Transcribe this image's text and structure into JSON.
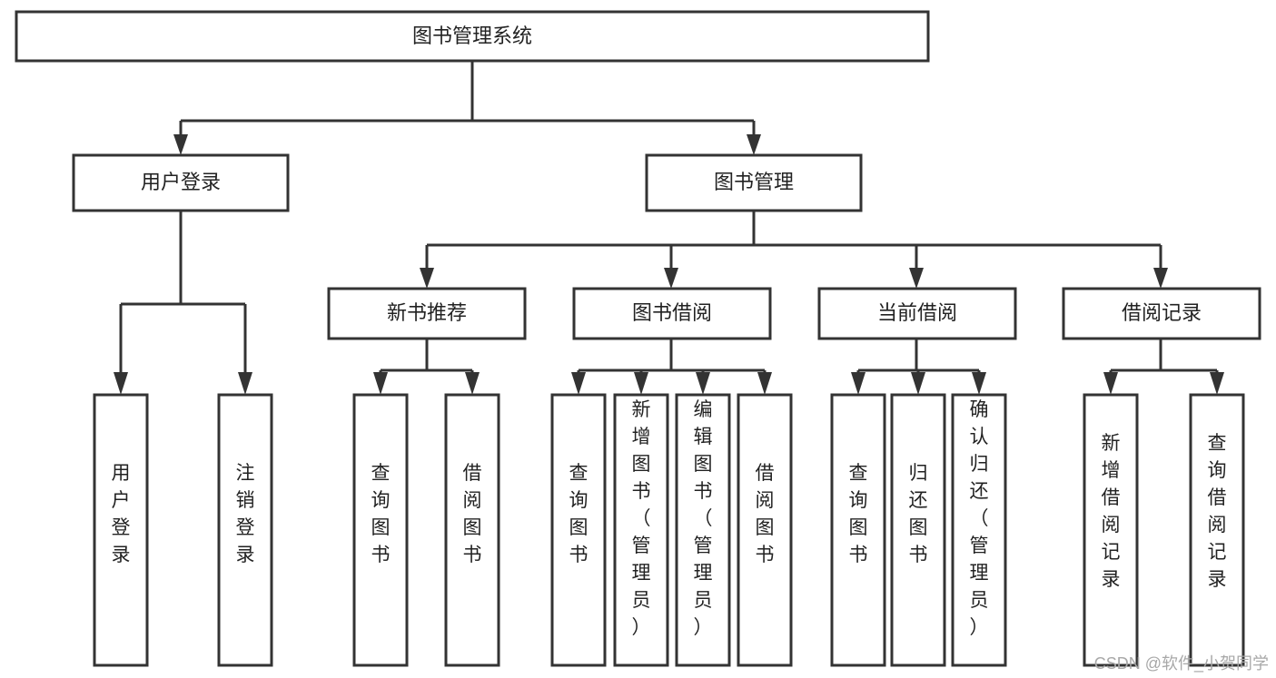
{
  "diagram": {
    "title": "图书管理系统",
    "type": "tree-hierarchy",
    "root": {
      "id": "root",
      "label": "图书管理系统",
      "orientation": "horizontal"
    },
    "level2": [
      {
        "id": "user-login",
        "label": "用户登录",
        "orientation": "horizontal"
      },
      {
        "id": "book-manage",
        "label": "图书管理",
        "orientation": "horizontal"
      }
    ],
    "level3": [
      {
        "id": "new-book-recommend",
        "label": "新书推荐",
        "orientation": "horizontal",
        "parent": "book-manage"
      },
      {
        "id": "book-borrow",
        "label": "图书借阅",
        "orientation": "horizontal",
        "parent": "book-manage"
      },
      {
        "id": "current-borrow",
        "label": "当前借阅",
        "orientation": "horizontal",
        "parent": "book-manage"
      },
      {
        "id": "borrow-record",
        "label": "借阅记录",
        "orientation": "horizontal",
        "parent": "book-manage"
      }
    ],
    "leaves": [
      {
        "id": "leaf-user-login",
        "label": "用户登录",
        "orientation": "vertical",
        "parent": "user-login"
      },
      {
        "id": "leaf-logout-login",
        "label": "注销登录",
        "orientation": "vertical",
        "parent": "user-login"
      },
      {
        "id": "leaf-query-book-1",
        "label": "查询图书",
        "orientation": "vertical",
        "parent": "new-book-recommend"
      },
      {
        "id": "leaf-borrow-book-1",
        "label": "借阅图书",
        "orientation": "vertical",
        "parent": "new-book-recommend"
      },
      {
        "id": "leaf-query-book-2",
        "label": "查询图书",
        "orientation": "vertical",
        "parent": "book-borrow"
      },
      {
        "id": "leaf-add-book",
        "label": "新增图书（管理员）",
        "orientation": "vertical",
        "parent": "book-borrow"
      },
      {
        "id": "leaf-edit-book",
        "label": "编辑图书（管理员）",
        "orientation": "vertical",
        "parent": "book-borrow"
      },
      {
        "id": "leaf-borrow-book-2",
        "label": "借阅图书",
        "orientation": "vertical",
        "parent": "book-borrow"
      },
      {
        "id": "leaf-query-book-3",
        "label": "查询图书",
        "orientation": "vertical",
        "parent": "current-borrow"
      },
      {
        "id": "leaf-return-book",
        "label": "归还图书",
        "orientation": "vertical",
        "parent": "current-borrow"
      },
      {
        "id": "leaf-confirm-return",
        "label": "确认归还（管理员）",
        "orientation": "vertical",
        "parent": "current-borrow"
      },
      {
        "id": "leaf-add-record",
        "label": "新增借阅记录",
        "orientation": "vertical",
        "parent": "borrow-record"
      },
      {
        "id": "leaf-query-record",
        "label": "查询借阅记录",
        "orientation": "vertical",
        "parent": "borrow-record"
      }
    ],
    "colors": {
      "stroke": "#333333",
      "box_fill": "#ffffff",
      "text": "#222222",
      "background": "#ffffff",
      "watermark": "#a8a8a8"
    }
  },
  "watermark": {
    "text": "CSDN @软件_小贺同学"
  }
}
